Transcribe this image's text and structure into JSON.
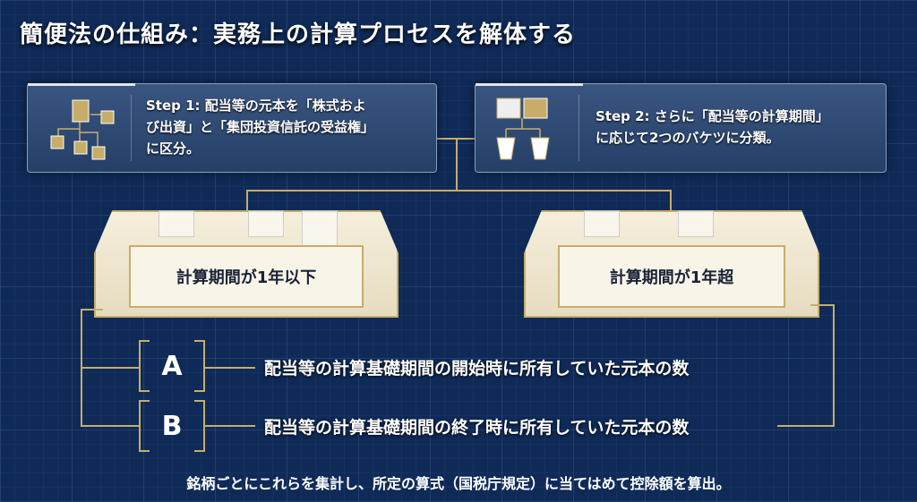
{
  "title": "簡便法の仕組み：実務上の計算プロセスを解体する",
  "steps": [
    {
      "line1": "Step 1: 配当等の元本を「株式およ",
      "line2": "び出資」と「集団投資信託の受益権」",
      "line3": "に区分。",
      "icon": "hierarchy-cubes-icon"
    },
    {
      "line1": "Step 2: さらに「配当等の計算期間」",
      "line2": "に応じて2つのバケツに分類。",
      "icon": "calendar-buckets-icon"
    }
  ],
  "buckets": [
    {
      "label": "計算期間が1年以下"
    },
    {
      "label": "計算期間が1年超"
    }
  ],
  "items": [
    {
      "key": "A",
      "text": "配当等の計算基礎期間の開始時に所有していた元本の数"
    },
    {
      "key": "B",
      "text": "配当等の計算基礎期間の終了時に所有していた元本の数"
    }
  ],
  "footer": "銘柄ごとにこれらを集計し、所定の算式（国税庁規定）に当てはめて控除額を算出。",
  "colors": {
    "background": "#0f2a57",
    "accent": "#c8ad6a"
  }
}
